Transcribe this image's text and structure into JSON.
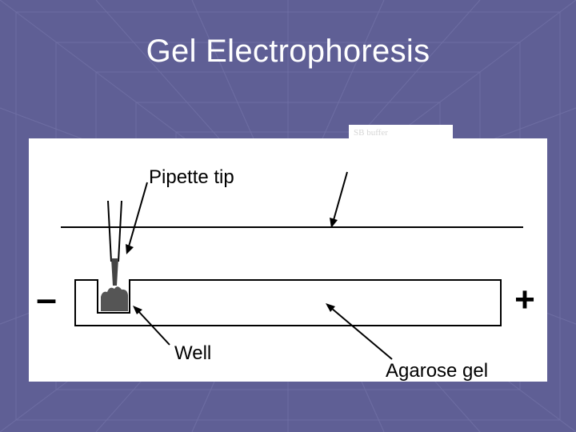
{
  "slide": {
    "title": "Gel Electrophoresis",
    "colors": {
      "background": "#5f5f95",
      "title": "#ffffff",
      "diagram_bg": "#ffffff"
    }
  },
  "diagram": {
    "buffer_label": "SB buffer",
    "pipette_label": "Pipette tip",
    "well_label": "Well",
    "gel_label": "Agarose gel",
    "negative_sign": "–",
    "positive_sign": "+"
  }
}
